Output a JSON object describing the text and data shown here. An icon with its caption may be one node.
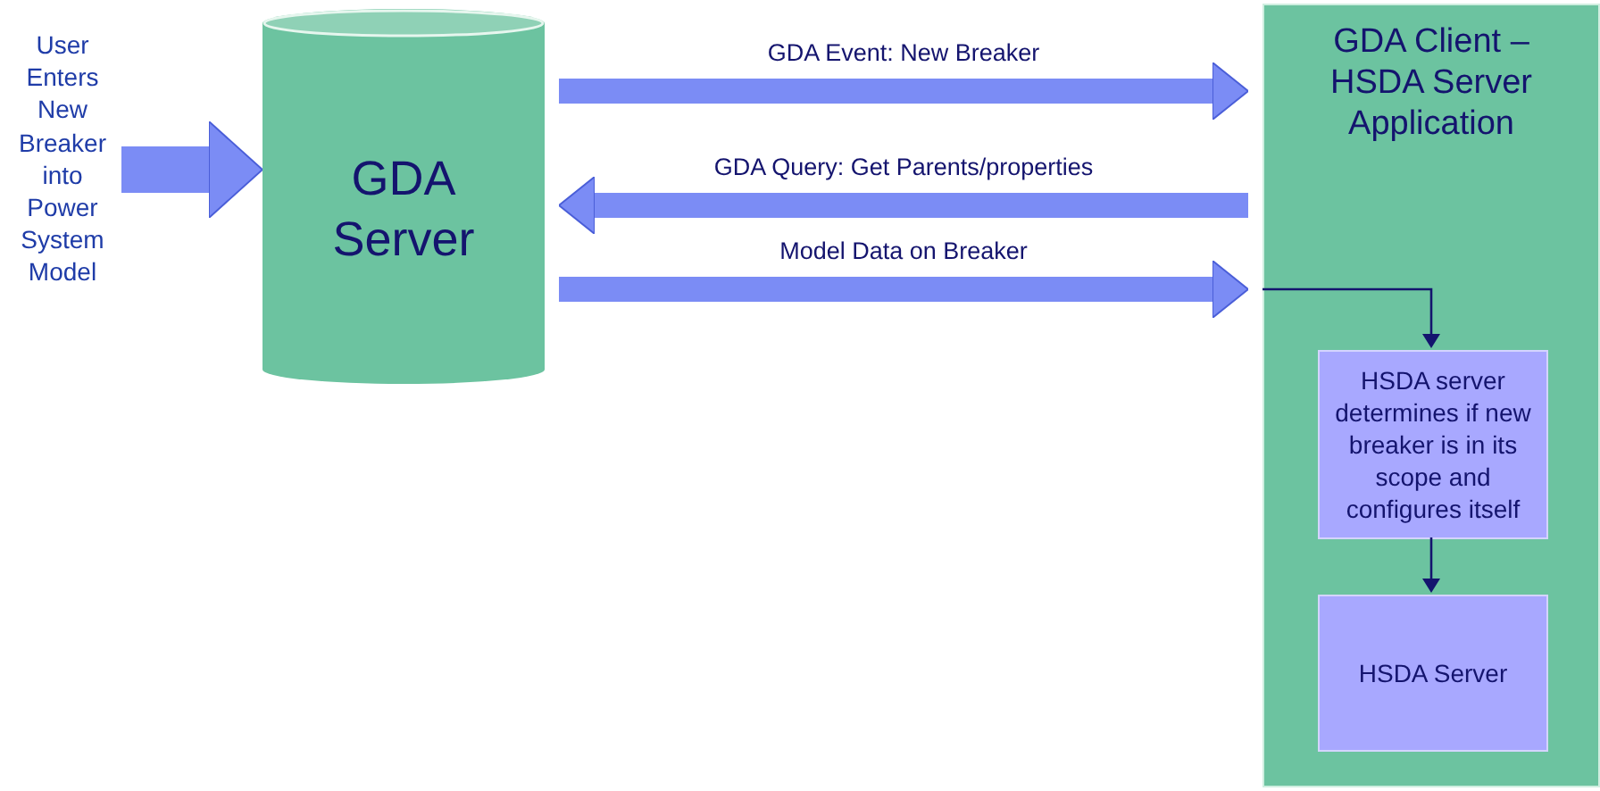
{
  "diagram": {
    "nodes": [
      {
        "text": [
          "User Enters New Breaker into Power System Model"
        ]
      },
      {
        "text": [
          "GDA Server"
        ]
      },
      {
        "text": [
          "GDA Client – HSDA Server Application"
        ]
      },
      {
        "text": [
          "HSDA server determines if new breaker is in its scope and configures itself"
        ],
        "in": 2
      },
      {
        "text": [
          "HSDA Server"
        ],
        "in": 2
      }
    ],
    "edges": [
      {
        "from": 0,
        "to": 1,
        "arrow": "to",
        "style": "thick"
      },
      {
        "from": 1,
        "to": 2,
        "arrow": "to",
        "label": "GDA Event: New Breaker"
      },
      {
        "from": 2,
        "to": 1,
        "arrow": "to",
        "label": "GDA Query: Get Parents/properties"
      },
      {
        "from": 1,
        "to": 2,
        "arrow": "to",
        "label": "Model Data on Breaker"
      },
      {
        "from": 2,
        "to": 3,
        "arrow": "to",
        "color": "#14146e"
      },
      {
        "from": 3,
        "to": 4,
        "arrow": "to",
        "color": "#14146e"
      }
    ]
  }
}
